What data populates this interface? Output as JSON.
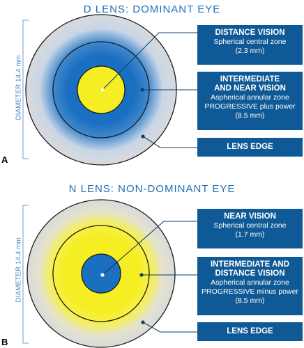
{
  "panel_a": {
    "letter": "A",
    "title": "D LENS: DOMINANT EYE",
    "diameter_label": "DIAMETER 14.4 mm",
    "labels": {
      "distance": {
        "heading": "DISTANCE VISION",
        "line1": "Spherical central zone",
        "line2": "(2.3 mm)"
      },
      "intermediate": {
        "heading1": "INTERMEDIATE",
        "heading2": "AND NEAR VISION",
        "line1": "Aspherical annular zone",
        "line2": "PROGRESSIVE plus power",
        "line3": "(8.5 mm)"
      },
      "edge": {
        "heading": "LENS EDGE"
      }
    },
    "colors": {
      "center": "#f5ee22",
      "annulus": "#1b6fc0",
      "edge": "#d7d9dc"
    }
  },
  "panel_b": {
    "letter": "B",
    "title": "N LENS: NON-DOMINANT EYE",
    "diameter_label": "DIAMETER 14.4 mm",
    "labels": {
      "near": {
        "heading": "NEAR VISION",
        "line1": "Spherical central zone",
        "line2": "(1.7 mm)"
      },
      "intermediate": {
        "heading1": "INTERMEDIATE AND",
        "heading2": "DISTANCE VISION",
        "line1": "Aspherical annular zone",
        "line2": "PROGRESSIVE minus power",
        "line3": "(8.5 mm)"
      },
      "edge": {
        "heading": "LENS EDGE"
      }
    },
    "colors": {
      "center": "#1b6fc0",
      "annulus": "#f5ee22",
      "edge": "#d7d9dc"
    }
  }
}
